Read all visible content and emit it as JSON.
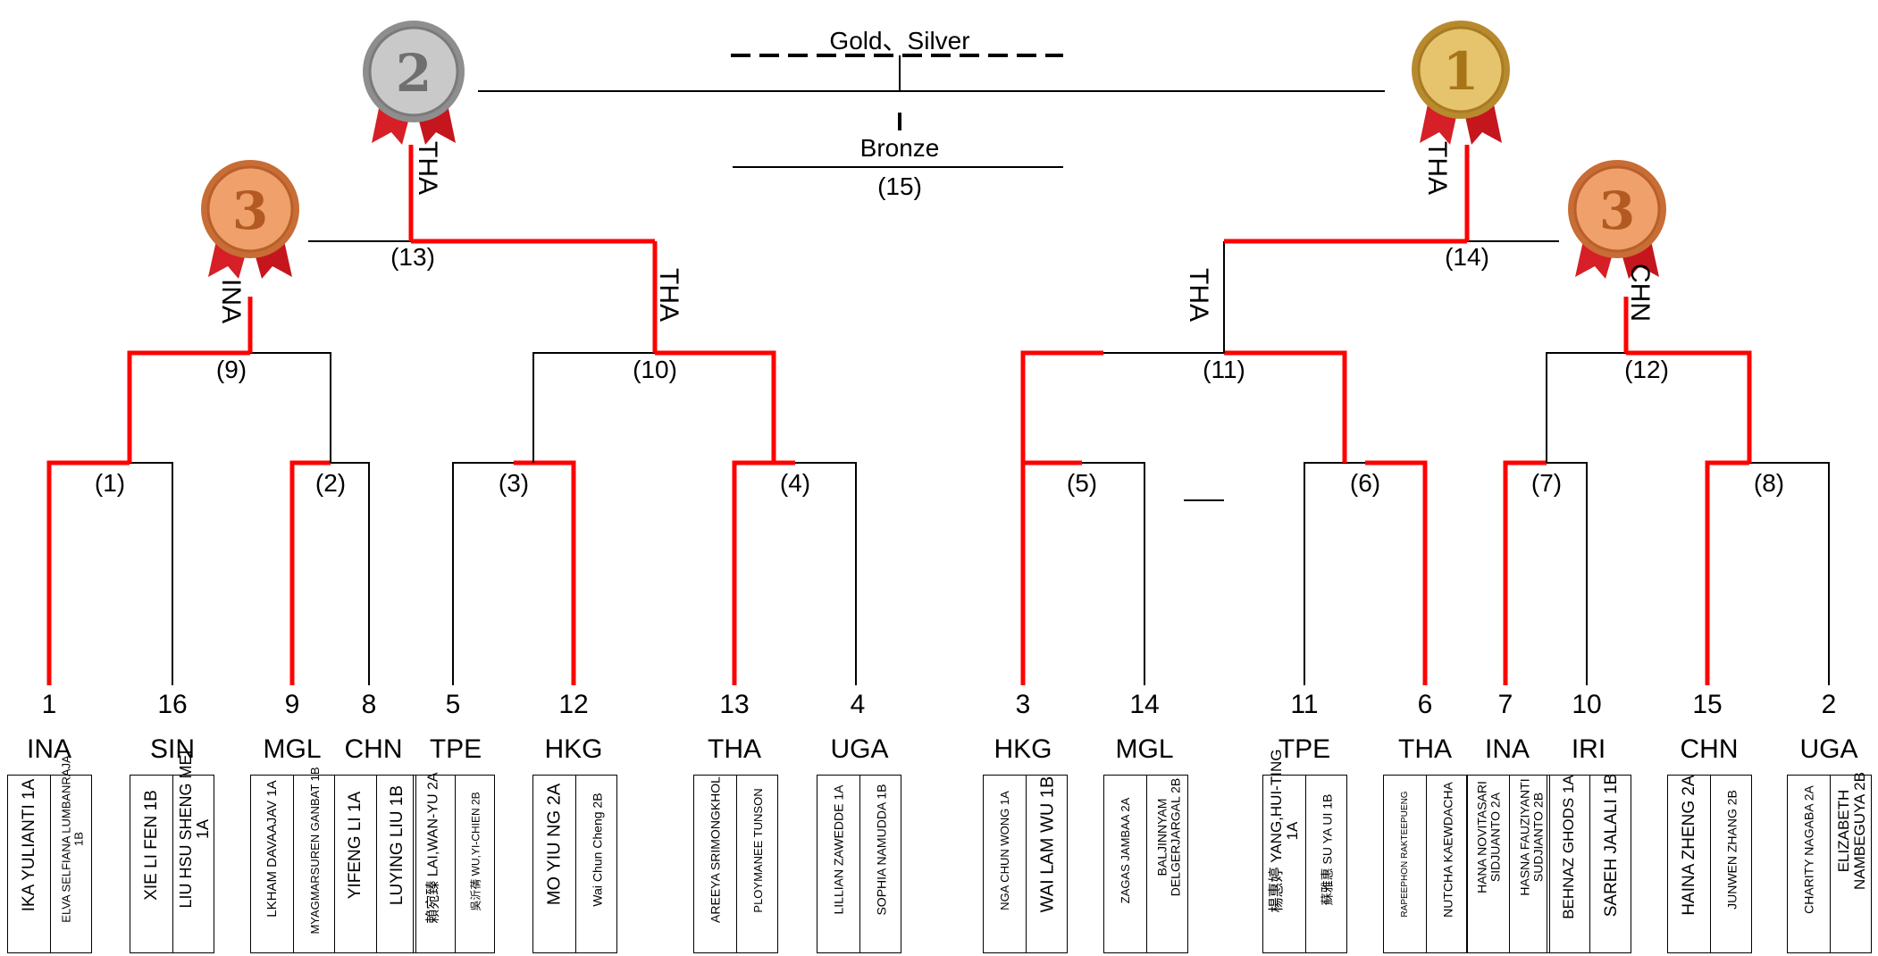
{
  "finals": {
    "gold_silver_label": "Gold、Silver",
    "bronze_label": "Bronze",
    "bronze_match_number": "(15)"
  },
  "medals": {
    "silver_badge": "2",
    "gold_badge": "1",
    "bronze_badge": "3",
    "colors": {
      "gold": "#d8b15a",
      "silver": "#a9a9a9",
      "bronze": "#d78a52",
      "ribbon": "#d61f26"
    }
  },
  "line_colors": {
    "winner_path": "#ff0000",
    "bracket": "#000000"
  },
  "match_numbers": [
    "(1)",
    "(2)",
    "(3)",
    "(4)",
    "(5)",
    "(6)",
    "(7)",
    "(8)",
    "(9)",
    "(10)",
    "(11)",
    "(12)",
    "(13)",
    "(14)"
  ],
  "winner_labels": {
    "m9_winner": "INA",
    "m10_winner": "THA",
    "m11_winner": "THA",
    "m12_winner": "CHN",
    "m13_winner": "THA",
    "m14_winner": "THA"
  },
  "entries": [
    {
      "seed": "1",
      "country": "INA",
      "players": [
        "IKA YULIANTI 1A",
        "ELVA SELFIANA LUMBANRAJA 1B"
      ]
    },
    {
      "seed": "16",
      "country": "SIN",
      "players": [
        "XIE LI FEN 1B",
        "LIU HSU SHENG MEI 1A"
      ]
    },
    {
      "seed": "9",
      "country": "MGL",
      "players": [
        "LKHAM DAVAAJAV 1A",
        "MYAGMARSUREN GANBAT 1B"
      ]
    },
    {
      "seed": "8",
      "country": "CHN",
      "players": [
        "YIFENG LI 1A",
        "LUYING LIU 1B"
      ]
    },
    {
      "seed": "5",
      "country": "TPE",
      "players": [
        "賴宛臻 LAI,WAN-YU 2A",
        "吳沂蒨 WU,YI-CHIEN 2B"
      ]
    },
    {
      "seed": "12",
      "country": "HKG",
      "players": [
        "MO YIU NG 2A",
        "Wai Chun Cheng 2B"
      ]
    },
    {
      "seed": "13",
      "country": "THA",
      "players": [
        "AREEYA SRIMONGKHOL",
        "PLOYMANEE TUNSON"
      ]
    },
    {
      "seed": "4",
      "country": "UGA",
      "players": [
        "LILLIAN ZAWEDDE 1A",
        "SOPHIA NAMUDDA 1B"
      ]
    },
    {
      "seed": "3",
      "country": "HKG",
      "players": [
        "NGA CHUN WONG 1A",
        "WAI LAM WU 1B"
      ]
    },
    {
      "seed": "14",
      "country": "MGL",
      "players": [
        "ZAGAS JAMBAA 2A",
        "BALJINNYAM DELGERJARGAL 2B"
      ]
    },
    {
      "seed": "11",
      "country": "TPE",
      "players": [
        "楊惠婷 YANG,HUI-TING 1A",
        "蘇雅惠 SU YA UI 1B"
      ]
    },
    {
      "seed": "6",
      "country": "THA",
      "players": [
        "RAPEEPHON RAKTEEPUENG",
        "NUTCHA KAEWDACHA"
      ]
    },
    {
      "seed": "7",
      "country": "INA",
      "players": [
        "HANA NOVITASARI SIDJUANTO 2A",
        "HASNA FAUZIYANTI SUDJIANTO 2B"
      ]
    },
    {
      "seed": "10",
      "country": "IRI",
      "players": [
        "BEHNAZ GHODS 1A",
        "SAREH JALALI 1B"
      ]
    },
    {
      "seed": "15",
      "country": "CHN",
      "players": [
        "HAINA ZHENG 2A",
        "JUNWEN ZHANG 2B"
      ]
    },
    {
      "seed": "2",
      "country": "UGA",
      "players": [
        "CHARITY NAGABA 2A",
        "ELIZABETH NAMBEGUYA 2B"
      ]
    }
  ]
}
